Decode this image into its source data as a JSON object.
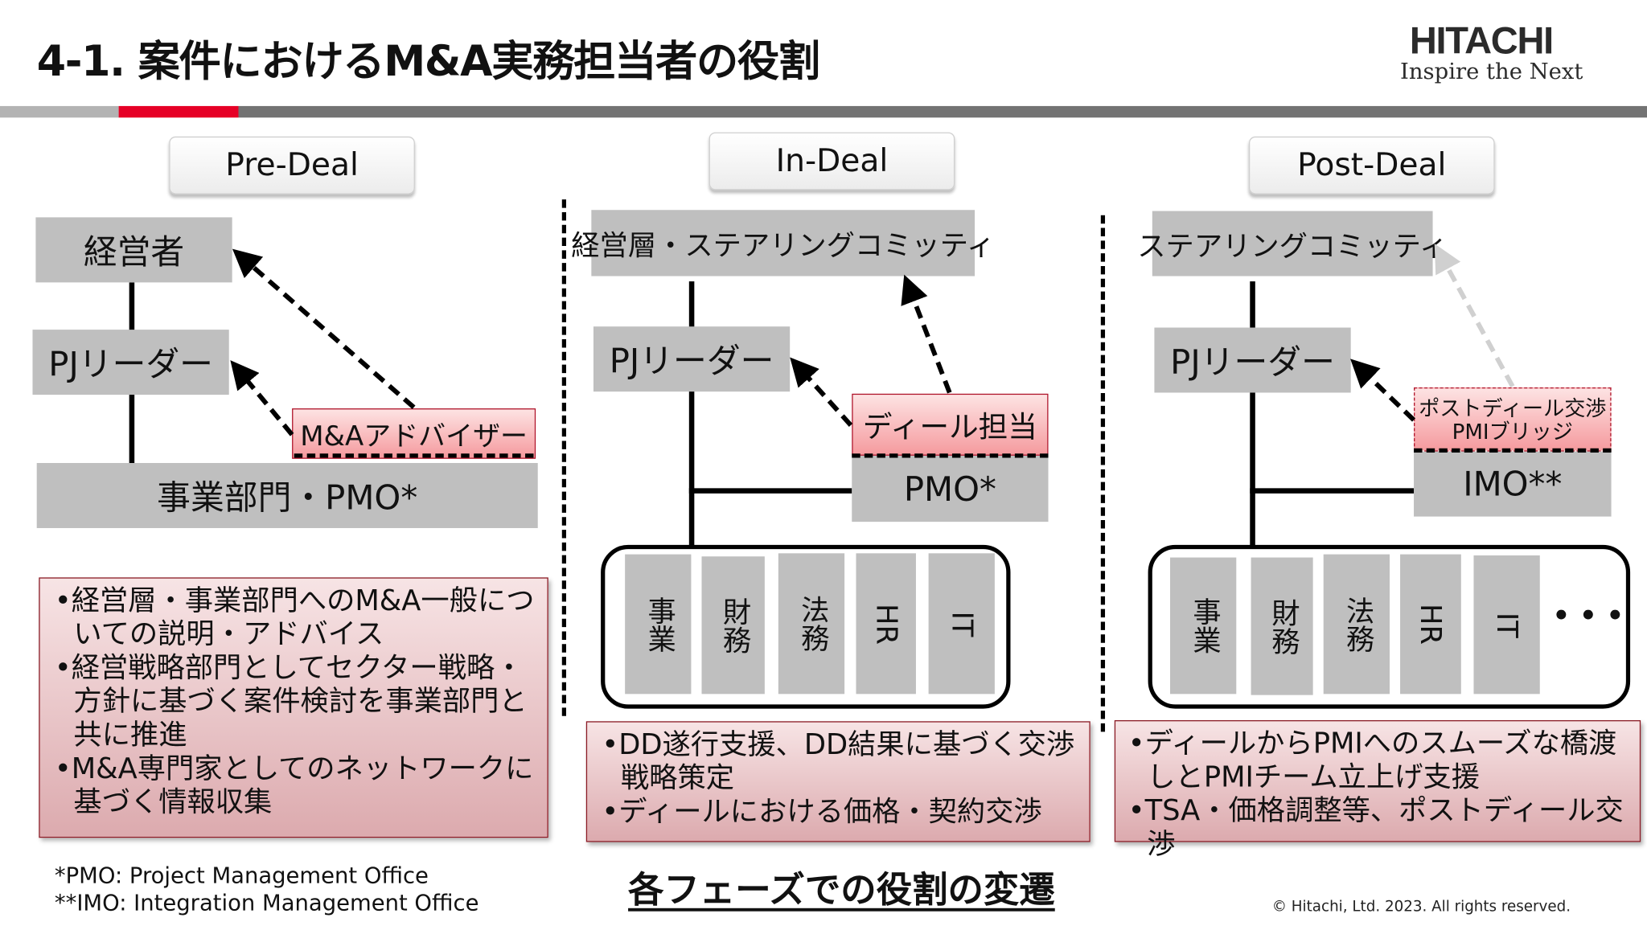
{
  "header": {
    "title": "4-1.  案件におけるM&A実務担当者の役割",
    "logo_brand": "HITACHI",
    "logo_tagline": "Inspire the Next",
    "colors": {
      "accent_red": "#e60026",
      "bar_light": "#b3b3b3",
      "bar_dark": "#737373"
    }
  },
  "phases": [
    {
      "label": "Pre-Deal",
      "org": {
        "top": "経営者",
        "middle": "PJリーダー",
        "bottom": "事業部門・PMO*"
      },
      "role": "M&Aアドバイザー",
      "description": [
        "•経営層・事業部門へのM&A一般についての説明・アドバイス",
        "•経営戦略部門としてセクター戦略・方針に基づく案件検討を事業部門と共に推進",
        "•M&A専門家としてのネットワークに基づく情報収集"
      ]
    },
    {
      "label": "In-Deal",
      "org": {
        "top": "経営層・ステアリングコミッティ",
        "middle": "PJリーダー",
        "office": "PMO*"
      },
      "role": "ディール担当",
      "teams": [
        "事業",
        "財務",
        "法務",
        "HR",
        "IT"
      ],
      "description": [
        "•DD遂行支援、DD結果に基づく交渉戦略策定",
        "•ディールにおける価格・契約交渉"
      ]
    },
    {
      "label": "Post-Deal",
      "org": {
        "top": "ステアリングコミッティ",
        "middle": "PJリーダー",
        "office": "IMO**"
      },
      "role_lines": [
        "ポストディール交渉",
        "PMIブリッジ"
      ],
      "teams": [
        "事業",
        "財務",
        "法務",
        "HR",
        "IT"
      ],
      "teams_more": "• • •",
      "description": [
        "•ディールからPMIへのスムーズな橋渡しとPMIチーム立上げ支援",
        "•TSA・価格調整等、ポストディール交渉"
      ]
    }
  ],
  "footer": {
    "notes": [
      "*PMO: Project Management Office",
      "**IMO: Integration Management Office"
    ],
    "center_title": "各フェーズでの役割の変遷",
    "copyright": "© Hitachi, Ltd. 2023. All rights reserved."
  }
}
